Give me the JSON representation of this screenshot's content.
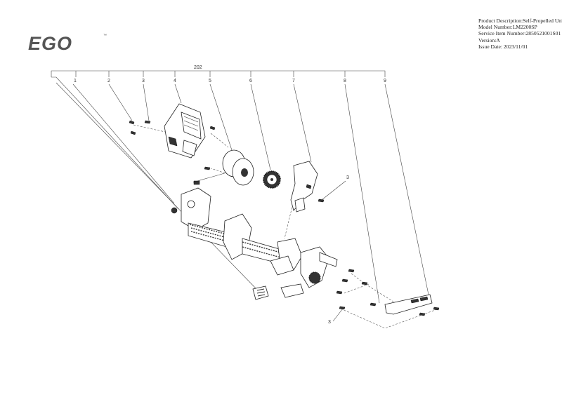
{
  "logo": {
    "text": "EGO",
    "tm": "™"
  },
  "info": {
    "product_description": "Product Description:Self-Propelled Unit",
    "model_number": "Model Number:LM2200SP",
    "service_item_number": "Service Item Number:2850521001S01",
    "version": "Version:A",
    "issue_date": "Issue Date: 2023/11/01"
  },
  "callouts": {
    "assembly": "202",
    "c1": "1",
    "c2": "2",
    "c3": "3",
    "c4": "4",
    "c5": "5",
    "c6": "6",
    "c7": "7",
    "c8": "8",
    "c9": "9",
    "c3b": "3",
    "c3c": "3"
  }
}
